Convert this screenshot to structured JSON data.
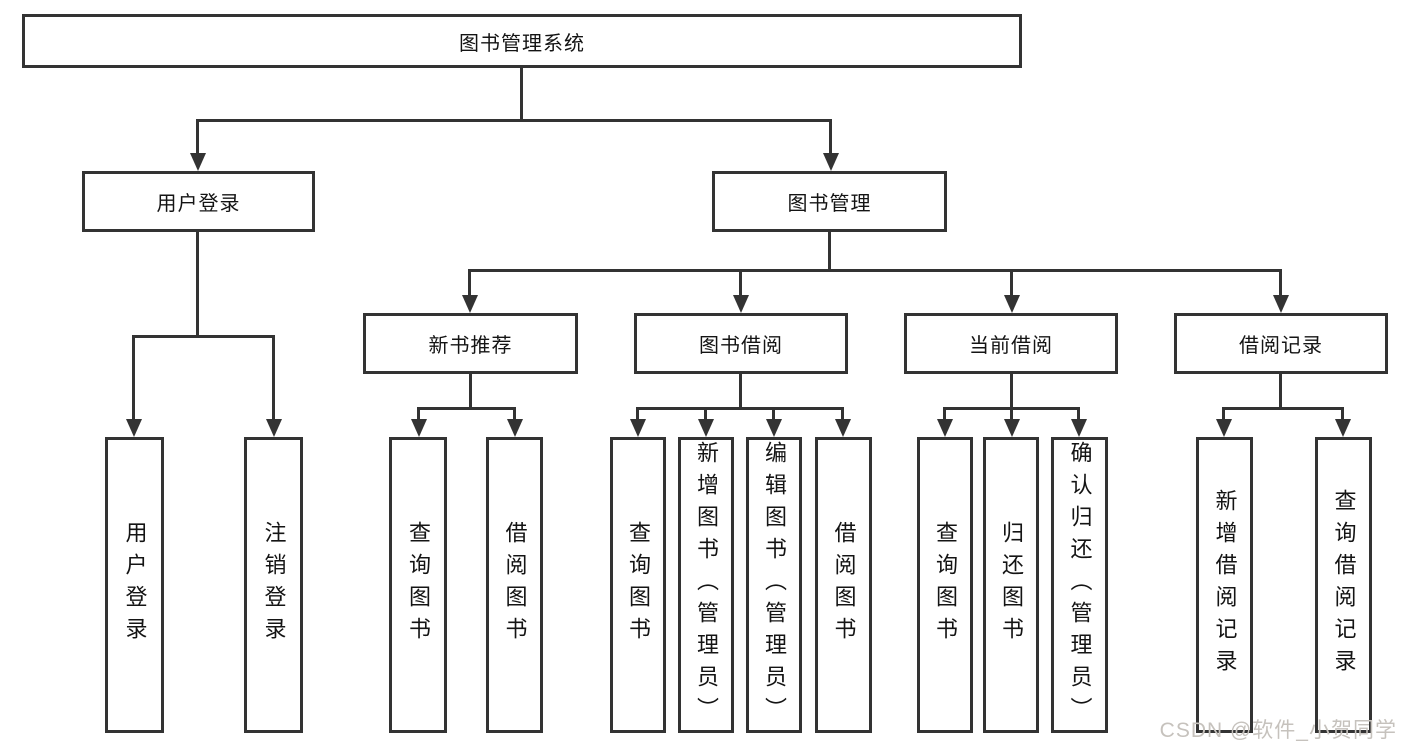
{
  "diagram": {
    "root": {
      "label": "图书管理系统"
    },
    "level2": [
      {
        "label": "用户登录"
      },
      {
        "label": "图书管理"
      }
    ],
    "level3": [
      {
        "label": "新书推荐"
      },
      {
        "label": "图书借阅"
      },
      {
        "label": "当前借阅"
      },
      {
        "label": "借阅记录"
      }
    ],
    "level4": {
      "user_login": [
        "用户登录",
        "注销登录"
      ],
      "new_book": [
        "查询图书",
        "借阅图书"
      ],
      "book_borrow": [
        "查询图书",
        "新增图书（管理员）",
        "编辑图书（管理员）",
        "借阅图书"
      ],
      "current_borrow": [
        "查询图书",
        "归还图书",
        "确认归还（管理员）"
      ],
      "borrow_record": [
        "新增借阅记录",
        "查询借阅记录"
      ]
    }
  },
  "watermark": {
    "text": "CSDN @软件_小贺同学"
  },
  "colors": {
    "line": "#333333",
    "text": "#141414",
    "background": "#ffffff",
    "watermark": "#c6c2bd"
  }
}
